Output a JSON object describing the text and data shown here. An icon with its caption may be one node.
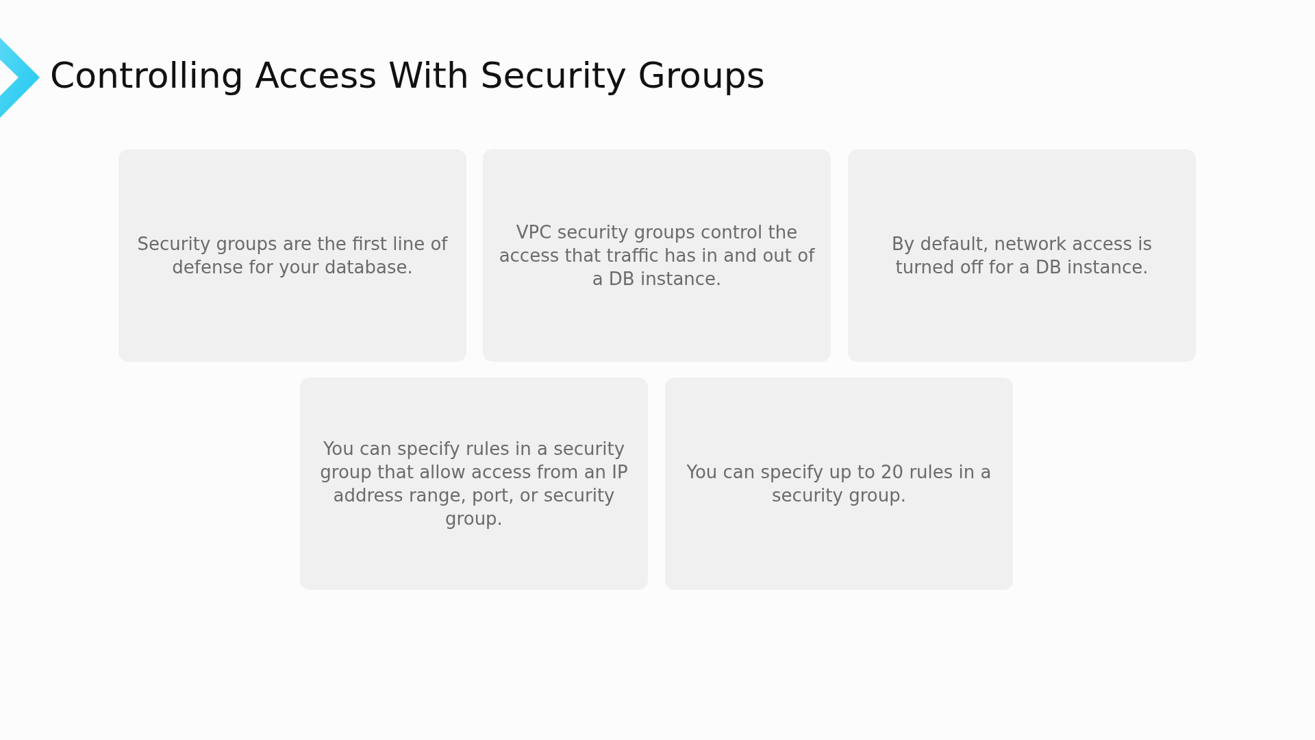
{
  "diagram": {
    "title": "Controlling Access With Security Groups",
    "nodes": [
      {
        "text": [
          "Security groups are the first line of defense for your database."
        ]
      },
      {
        "text": [
          "VPC security groups control the access that traffic has in and out of a DB instance."
        ]
      },
      {
        "text": [
          "By default, network access is turned off for a DB instance."
        ]
      },
      {
        "text": [
          "You can specify rules in a security group that allow access from an IP address range, port, or security group."
        ]
      },
      {
        "text": [
          "You can specify up to 20 rules in a security group."
        ]
      }
    ]
  }
}
